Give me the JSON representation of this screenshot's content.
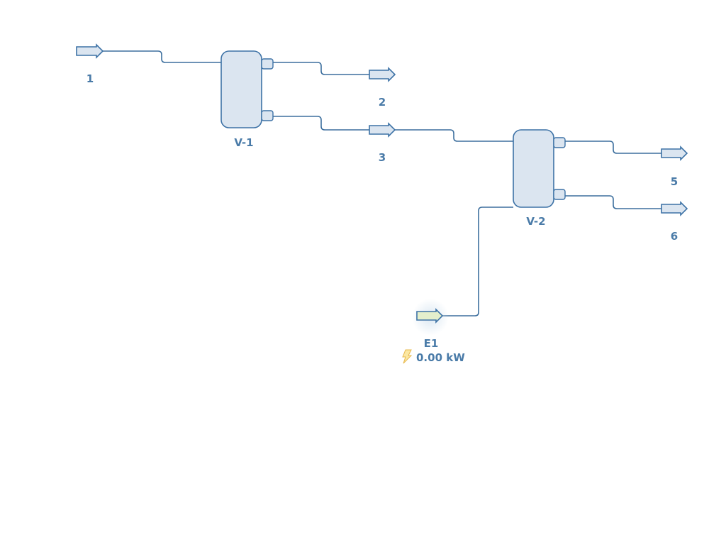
{
  "streams": {
    "s1": "1",
    "s2": "2",
    "s3": "3",
    "s5": "5",
    "s6": "6"
  },
  "units": {
    "v1": "V-1",
    "v2": "V-2"
  },
  "energy": {
    "name": "E1",
    "duty": "0.00 kW",
    "icon": "lightning-bolt-icon"
  },
  "colors": {
    "line": "#3d6f9e",
    "fill": "#dbe5f0",
    "energy_fill": "#e4efcc",
    "label": "#4a7ba8",
    "bolt": "#fbe7a1"
  }
}
